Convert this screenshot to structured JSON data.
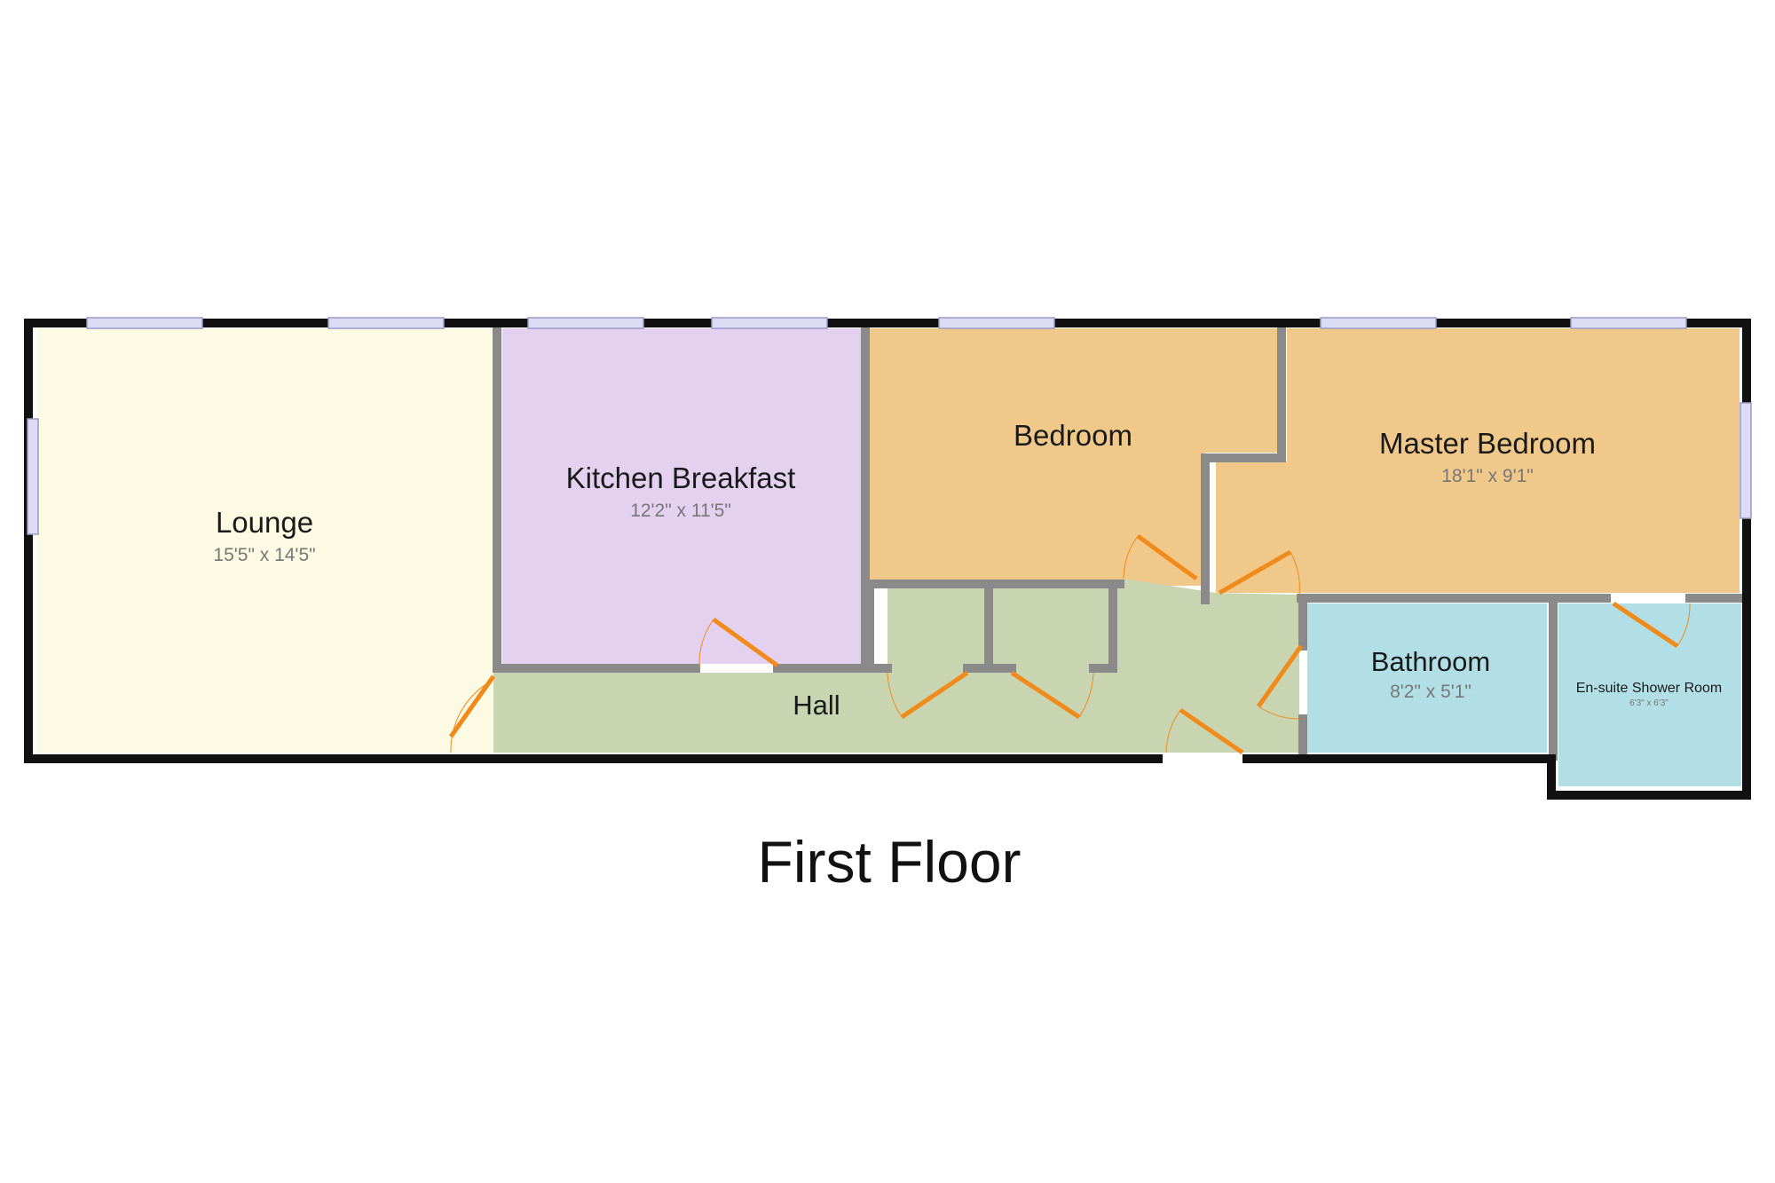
{
  "floor": {
    "title": "First Floor"
  },
  "rooms": {
    "lounge": {
      "name": "Lounge",
      "dims": "15'5\" x 14'5\"",
      "color": "#fdfae3"
    },
    "kitchen": {
      "name": "Kitchen Breakfast",
      "dims": "12'2\" x 11'5\"",
      "color": "#e4d1f0"
    },
    "bedroom": {
      "name": "Bedroom",
      "dims": "",
      "color": "#f0c98a"
    },
    "master_bedroom": {
      "name": "Master Bedroom",
      "dims": "18'1\" x 9'1\"",
      "color": "#f0c98a"
    },
    "hall": {
      "name": "Hall",
      "dims": "",
      "color": "#c8d5b0"
    },
    "bathroom": {
      "name": "Bathroom",
      "dims": "8'2\" x 5'1\"",
      "color": "#b2dfe6"
    },
    "ensuite": {
      "name": "En-suite Shower Room",
      "dims": "6'3\" x 6'3\"",
      "color": "#b2dfe6"
    }
  },
  "colors": {
    "outer_wall": "#111111",
    "inner_wall": "#8a8a8a",
    "door": "#f08a1a",
    "window": "#dcdcf5"
  }
}
